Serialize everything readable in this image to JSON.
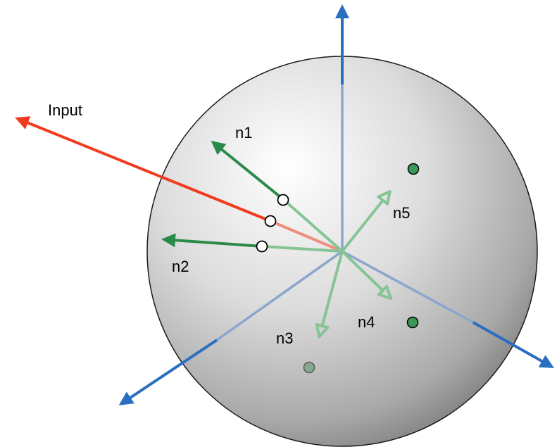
{
  "labels": {
    "input": "Input",
    "n1": "n1",
    "n2": "n2",
    "n3": "n3",
    "n4": "n4",
    "n5": "n5"
  },
  "colors": {
    "axis_blue": "#2a6fbf",
    "axis_blue_inside": "#8aa6cc",
    "input_red": "#f03c1e",
    "input_red_inside": "#ef8e7e",
    "neuron_green": "#2b8a4a",
    "neuron_green_inside": "#86c495",
    "point_green": "#3a9a55",
    "sphere_light": "#ffffff",
    "sphere_dark": "#6e6e6e"
  }
}
